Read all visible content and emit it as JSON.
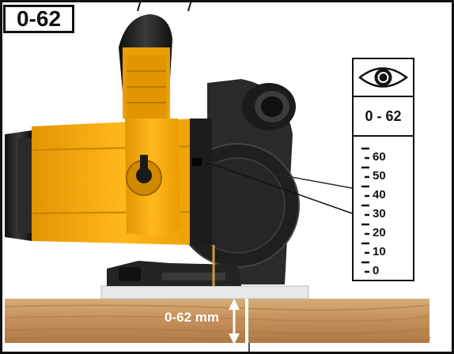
{
  "title": "0-62",
  "scale": {
    "range_label": "0 - 62",
    "eye_icon": "eye-icon",
    "ticks": [
      "60",
      "50",
      "40",
      "30",
      "20",
      "10",
      "0"
    ]
  },
  "dimension": {
    "label": "0-62 mm"
  },
  "colors": {
    "body_yellow": "#f5a800",
    "body_black": "#1e1e1e",
    "wood": "#c9975e",
    "outline": "#111111"
  }
}
